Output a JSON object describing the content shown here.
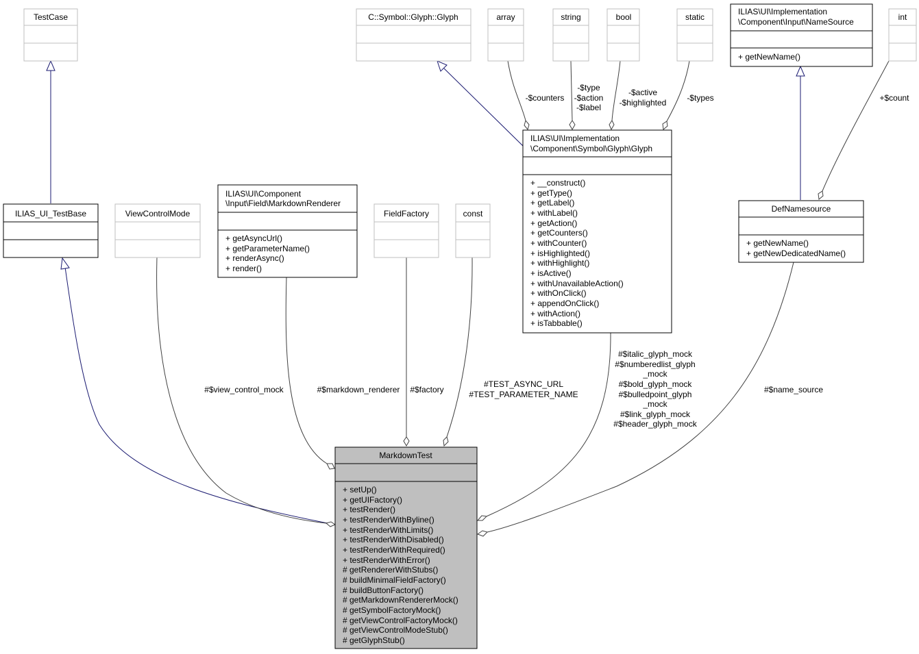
{
  "diagram": {
    "classes": {
      "testcase": {
        "name": "TestCase"
      },
      "glyph_iface": {
        "name": "C::Symbol::Glyph::Glyph"
      },
      "array": {
        "name": "array"
      },
      "string": {
        "name": "string"
      },
      "bool": {
        "name": "bool"
      },
      "static": {
        "name": "static"
      },
      "namesource_iface": {
        "name_line1": "ILIAS\\UI\\Implementation",
        "name_line2": "\\Component\\Input\\NameSource",
        "methods": [
          "+ getNewName()"
        ]
      },
      "int": {
        "name": "int"
      },
      "ui_testbase": {
        "name": "ILIAS_UI_TestBase"
      },
      "viewcontrolmode": {
        "name": "ViewControlMode"
      },
      "markdown_renderer": {
        "name_line1": "ILIAS\\UI\\Component",
        "name_line2": "\\Input\\Field\\MarkdownRenderer",
        "methods": [
          "+ getAsyncUrl()",
          "+ getParameterName()",
          "+ renderAsync()",
          "+ render()"
        ]
      },
      "fieldfactory": {
        "name": "FieldFactory"
      },
      "const": {
        "name": "const"
      },
      "glyph_impl": {
        "name_line1": "ILIAS\\UI\\Implementation",
        "name_line2": "\\Component\\Symbol\\Glyph\\Glyph",
        "methods": [
          "+ __construct()",
          "+ getType()",
          "+ getLabel()",
          "+ withLabel()",
          "+ getAction()",
          "+ getCounters()",
          "+ withCounter()",
          "+ isHighlighted()",
          "+ withHighlight()",
          "+ isActive()",
          "+ withUnavailableAction()",
          "+ withOnClick()",
          "+ appendOnClick()",
          "+ withAction()",
          "+ isTabbable()"
        ]
      },
      "defnamesource": {
        "name": "DefNamesource",
        "methods": [
          "+ getNewName()",
          "+ getNewDedicatedName()"
        ]
      },
      "markdowntest": {
        "name": "MarkdownTest",
        "methods": [
          "+ setUp()",
          "+ getUIFactory()",
          "+ testRender()",
          "+ testRenderWithByline()",
          "+ testRenderWithLimits()",
          "+ testRenderWithDisabled()",
          "+ testRenderWithRequired()",
          "+ testRenderWithError()",
          "# getRendererWithStubs()",
          "# buildMinimalFieldFactory()",
          "# buildButtonFactory()",
          "# getMarkdownRendererMock()",
          "# getSymbolFactoryMock()",
          "# getViewControlFactoryMock()",
          "# getViewControlModeStub()",
          "# getGlyphStub()"
        ]
      }
    },
    "edge_labels": {
      "counters": [
        "-$counters"
      ],
      "type_action_label": [
        "-$type",
        "-$action",
        "-$label"
      ],
      "active_highlighted": [
        "-$active",
        "-$highlighted"
      ],
      "types": [
        "-$types"
      ],
      "count": [
        "+$count"
      ],
      "view_control_mock": [
        "#$view_control_mock"
      ],
      "markdown_renderer": [
        "#$markdown_renderer"
      ],
      "factory": [
        "#$factory"
      ],
      "test_consts": [
        "#TEST_ASYNC_URL",
        "#TEST_PARAMETER_NAME"
      ],
      "glyph_mocks": [
        "#$italic_glyph_mock",
        "#$numberedlist_glyph",
        "_mock",
        "#$bold_glyph_mock",
        "#$bulledpoint_glyph",
        "_mock",
        "#$link_glyph_mock",
        "#$header_glyph_mock"
      ],
      "name_source": [
        "#$name_source"
      ]
    }
  }
}
